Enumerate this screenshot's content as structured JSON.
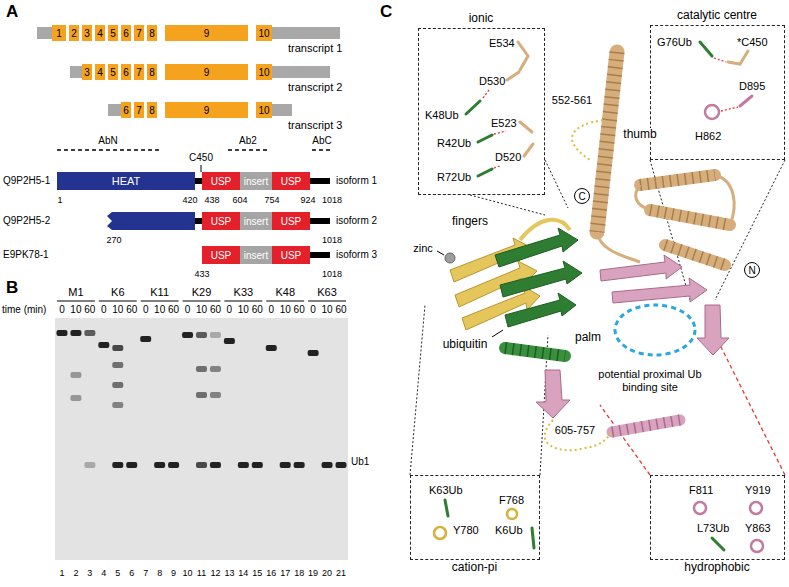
{
  "diagram": {
    "nodes": [
      {
        "text": [
          "1"
        ]
      },
      {
        "text": [
          "2"
        ]
      },
      {
        "text": [
          "3"
        ]
      },
      {
        "text": [
          "4"
        ]
      },
      {
        "text": [
          "5"
        ]
      },
      {
        "text": [
          "6"
        ]
      },
      {
        "text": [
          "7"
        ]
      },
      {
        "text": [
          "8"
        ]
      },
      {
        "text": [
          "9"
        ]
      },
      {
        "text": [
          "10"
        ]
      },
      {
        "text": [
          "3"
        ]
      },
      {
        "text": [
          "4"
        ]
      },
      {
        "text": [
          "5"
        ]
      },
      {
        "text": [
          "6"
        ]
      },
      {
        "text": [
          "7"
        ]
      },
      {
        "text": [
          "8"
        ]
      },
      {
        "text": [
          "9"
        ]
      },
      {
        "text": [
          "10"
        ]
      },
      {
        "text": [
          "6"
        ]
      },
      {
        "text": [
          "7"
        ]
      },
      {
        "text": [
          "8"
        ]
      },
      {
        "text": [
          "9"
        ]
      },
      {
        "text": [
          "10"
        ]
      },
      {
        "text": [
          "HEAT"
        ]
      },
      {
        "text": [
          "USP"
        ]
      },
      {
        "text": [
          "insert"
        ]
      },
      {
        "text": [
          "USP"
        ]
      },
      {
        "text": [
          "USP"
        ]
      },
      {
        "text": [
          "insert"
        ]
      },
      {
        "text": [
          "USP"
        ]
      },
      {
        "text": [
          "USP"
        ]
      },
      {
        "text": [
          "insert"
        ]
      },
      {
        "text": [
          "USP"
        ]
      },
      {
        "text": [
          "ionic",
          "E534",
          "D530",
          "K48Ub",
          "E523",
          "R42Ub",
          "R72Ub",
          "D520"
        ]
      },
      {
        "text": [
          "catalytic centre",
          "G76Ub",
          "*C450",
          "D895",
          "H862"
        ]
      },
      {
        "text": [
          "C"
        ]
      },
      {
        "text": [
          "N"
        ]
      },
      {
        "text": [
          "cation-pi",
          "K63Ub",
          "Y780",
          "F768",
          "K6Ub"
        ]
      },
      {
        "text": [
          "hydrophobic",
          "F811",
          "Y919",
          "L73Ub",
          "Y863"
        ]
      }
    ],
    "labels": [
      "A",
      "transcript 1",
      "transcript 2",
      "transcript 3",
      "AbN",
      "Ab2",
      "AbC",
      "C450",
      "Q9P2H5-1",
      "1",
      "420",
      "438",
      "604",
      "754",
      "924",
      "1018",
      "isoform 1",
      "Q9P2H5-2",
      "270",
      "1018",
      "isoform 2",
      "E9PK78-1",
      "433",
      "1018",
      "isoform 3",
      "B",
      "M1",
      "K6",
      "K11",
      "K29",
      "K33",
      "K48",
      "K63",
      "time (min)",
      "0",
      "10",
      "60",
      "0",
      "10",
      "60",
      "0",
      "10",
      "60",
      "0",
      "10",
      "60",
      "0",
      "10",
      "60",
      "0",
      "10",
      "60",
      "0",
      "10",
      "60",
      "Ub1",
      "1",
      "2",
      "3",
      "4",
      "5",
      "6",
      "7",
      "8",
      "9",
      "10",
      "11",
      "12",
      "13",
      "14",
      "15",
      "16",
      "17",
      "18",
      "19",
      "20",
      "21",
      "C",
      "552-561",
      "thumb",
      "fingers",
      "zinc",
      "ubiquitin",
      "palm",
      "potential proximal Ub binding site",
      "605-757"
    ]
  }
}
